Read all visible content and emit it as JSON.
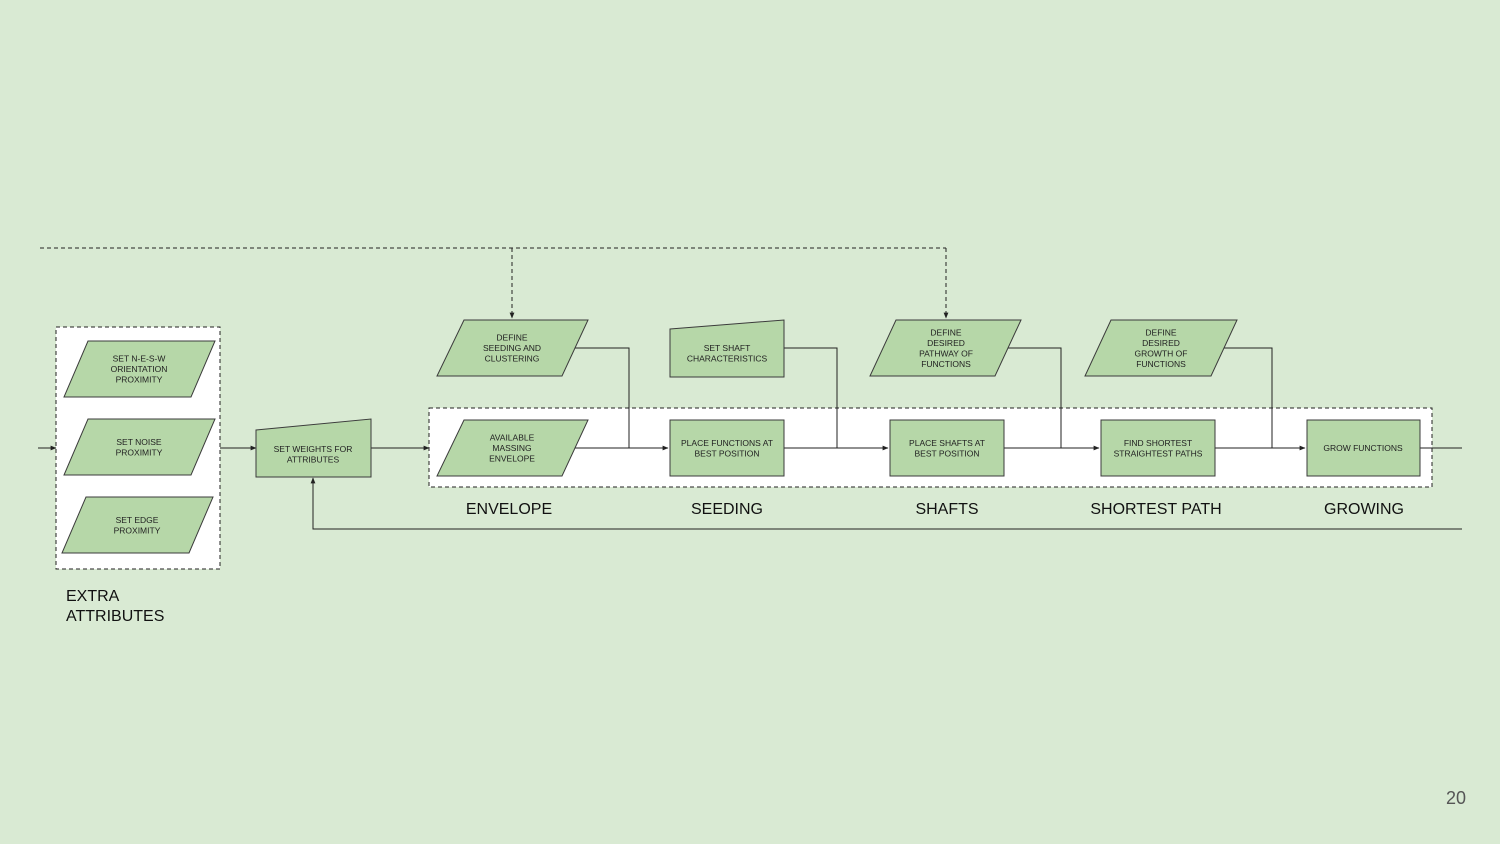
{
  "nodes": {
    "orientation": {
      "lines": [
        "SET N-E-S-W",
        "ORIENTATION",
        "PROXIMITY"
      ]
    },
    "noise": {
      "lines": [
        "SET NOISE",
        "PROXIMITY"
      ]
    },
    "edge": {
      "lines": [
        "SET EDGE",
        "PROXIMITY"
      ]
    },
    "weights": {
      "lines": [
        "SET WEIGHTS FOR",
        "ATTRIBUTES"
      ]
    },
    "define_seeding": {
      "lines": [
        "DEFINE",
        "SEEDING AND",
        "CLUSTERING"
      ]
    },
    "shaft_char": {
      "lines": [
        "SET SHAFT",
        "CHARACTERISTICS"
      ]
    },
    "define_pathway": {
      "lines": [
        "DEFINE",
        "DESIRED",
        "PATHWAY OF",
        "FUNCTIONS"
      ]
    },
    "define_growth": {
      "lines": [
        "DEFINE",
        "DESIRED",
        "GROWTH OF",
        "FUNCTIONS"
      ]
    },
    "envelope": {
      "lines": [
        "AVAILABLE",
        "MASSING",
        "ENVELOPE"
      ]
    },
    "place_functions": {
      "lines": [
        "PLACE FUNCTIONS AT",
        "BEST POSITION"
      ]
    },
    "place_shafts": {
      "lines": [
        "PLACE SHAFTS AT",
        "BEST POSITION"
      ]
    },
    "shortest": {
      "lines": [
        "FIND SHORTEST",
        "STRAIGHTEST PATHS"
      ]
    },
    "grow": {
      "lines": [
        "GROW FUNCTIONS"
      ]
    }
  },
  "stages": [
    "ENVELOPE",
    "SEEDING",
    "SHAFTS",
    "SHORTEST PATH",
    "GROWING"
  ],
  "extra_attributes_label": [
    "EXTRA",
    "ATTRIBUTES"
  ],
  "page_number": "20",
  "colors": {
    "node_fill": "#b6d7a8",
    "background": "#d9ead3",
    "panel": "#ffffff"
  }
}
